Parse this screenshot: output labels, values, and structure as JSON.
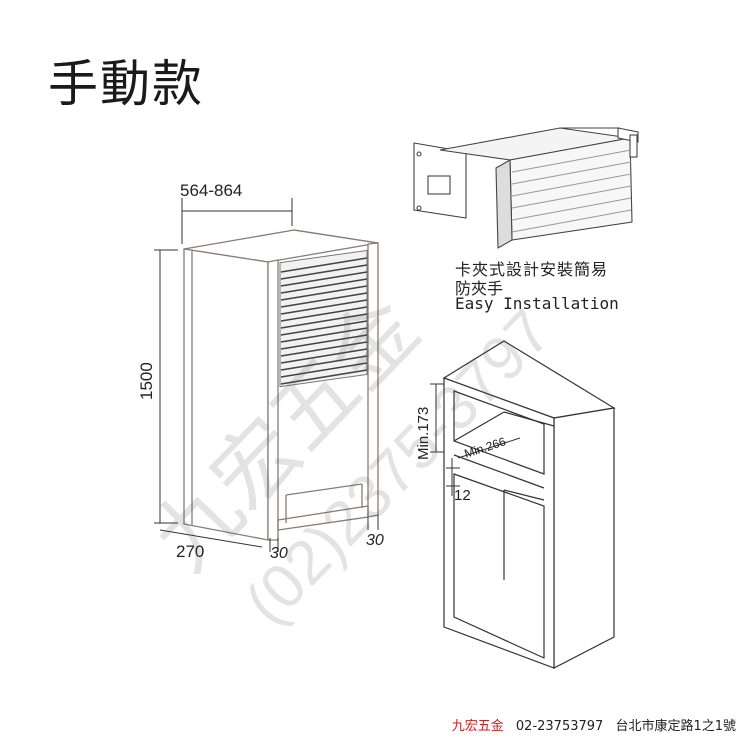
{
  "title": "手動款",
  "dimensions": {
    "width_range": "564-864",
    "height": "1500",
    "depth": "270",
    "frame_left": "30",
    "frame_right": "30",
    "min_depth": "Min.173",
    "min_width": "Min.266",
    "offset": "12"
  },
  "features": {
    "line1": "卡夾式設計安裝簡易",
    "line2": "防夾手",
    "line3": "Easy Installation"
  },
  "footer": {
    "brand": "九宏五金",
    "phone": "02-23753797",
    "address": "台北市康定路1之1號"
  },
  "watermark": {
    "text": "九宏五金",
    "phone": "(02)2375-3797"
  },
  "colors": {
    "brand_red": "#d21c1c",
    "cabinet_line": "#8a7a78",
    "dim_line": "#333333"
  }
}
